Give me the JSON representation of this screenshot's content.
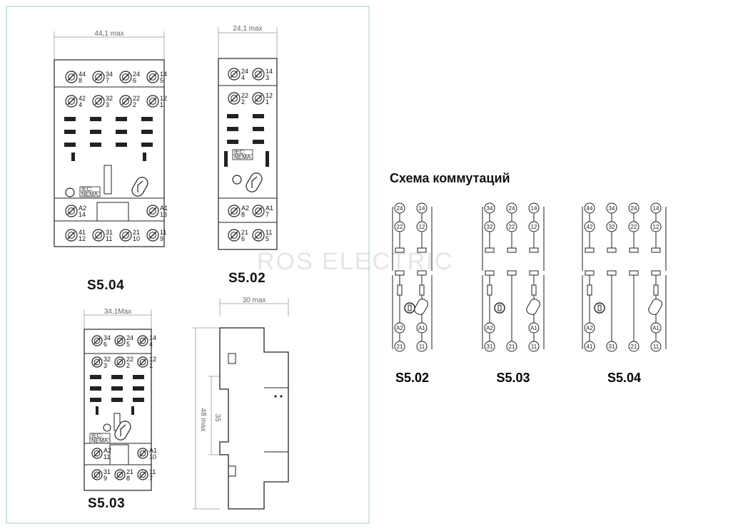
{
  "dimensions": {
    "s504_width": "44,1 max",
    "s502_width": "24,1 max",
    "s503_width": "34.1Max",
    "side_width": "30 max",
    "side_height": "48 max",
    "side_rail": "35"
  },
  "labels": {
    "s504": "S5.04",
    "s502": "S5.02",
    "s503": "S5.03"
  },
  "badges": {
    "iec": "IEC:",
    "nema": "NEMA:"
  },
  "scheme": {
    "title": "Схема коммутаций",
    "items": [
      {
        "label": "S5.02",
        "top": [
          "24",
          "14"
        ],
        "mid": [
          "22",
          "12"
        ],
        "bot": [
          "A2",
          "A1"
        ],
        "base": [
          "21",
          "11"
        ]
      },
      {
        "label": "S5.03",
        "top": [
          "34",
          "24",
          "14"
        ],
        "mid": [
          "32",
          "22",
          "12"
        ],
        "bot": [
          "A2",
          "A1"
        ],
        "base": [
          "31",
          "21",
          "11"
        ]
      },
      {
        "label": "S5.04",
        "top": [
          "44",
          "34",
          "24",
          "14"
        ],
        "mid": [
          "42",
          "32",
          "22",
          "12"
        ],
        "bot": [
          "A2",
          "A1"
        ],
        "base": [
          "41",
          "31",
          "21",
          "11"
        ]
      }
    ]
  },
  "s504_terms": {
    "row1": [
      [
        "44",
        "8"
      ],
      [
        "34",
        "7"
      ],
      [
        "24",
        "6"
      ],
      [
        "14",
        "5"
      ]
    ],
    "row2": [
      [
        "42",
        "4"
      ],
      [
        "32",
        "3"
      ],
      [
        "22",
        "2"
      ],
      [
        "12",
        "1"
      ]
    ],
    "row3": [
      [
        "A2",
        "14"
      ],
      [
        "A1",
        "13"
      ]
    ],
    "row4": [
      [
        "41",
        "12"
      ],
      [
        "31",
        "11"
      ],
      [
        "21",
        "10"
      ],
      [
        "11",
        "9"
      ]
    ]
  },
  "s502_terms": {
    "row1": [
      [
        "24",
        "4"
      ],
      [
        "14",
        "3"
      ]
    ],
    "row2": [
      [
        "22",
        "2"
      ],
      [
        "12",
        "1"
      ]
    ],
    "row3": [
      [
        "A2",
        "8"
      ],
      [
        "A1",
        "7"
      ]
    ],
    "row4": [
      [
        "21",
        "6"
      ],
      [
        "11",
        "5"
      ]
    ]
  },
  "s503_terms": {
    "row1": [
      [
        "34",
        "6"
      ],
      [
        "24",
        "5"
      ],
      [
        "14",
        "4"
      ]
    ],
    "row2": [
      [
        "32",
        "3"
      ],
      [
        "22",
        "2"
      ],
      [
        "12",
        "1"
      ]
    ],
    "row3": [
      [
        "A2",
        "11"
      ],
      [
        "A1",
        "10"
      ]
    ],
    "row4": [
      [
        "31",
        "9"
      ],
      [
        "21",
        "8"
      ],
      [
        "11",
        "7"
      ]
    ]
  },
  "watermark": "ROS ELECTRIC"
}
